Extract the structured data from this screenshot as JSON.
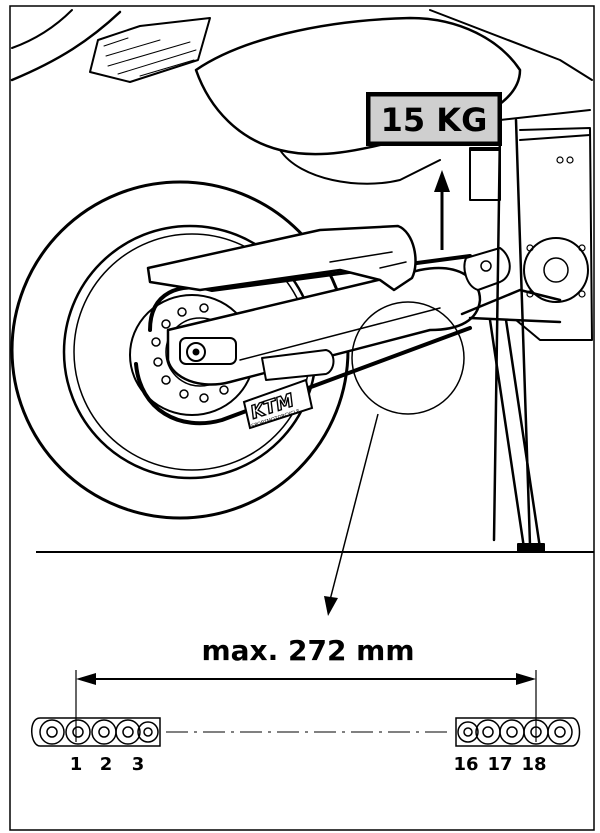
{
  "weight_label": "15 KG",
  "logo_text": "KTM",
  "logo_subtext": "SPORTMOTORCYCLE",
  "measurement_label": "max. 272 mm",
  "link_numbers": [
    "1",
    "2",
    "3",
    "16",
    "17",
    "18"
  ],
  "colors": {
    "ink": "#000000",
    "label_fill": "#cfcfcf",
    "paper": "#ffffff"
  }
}
